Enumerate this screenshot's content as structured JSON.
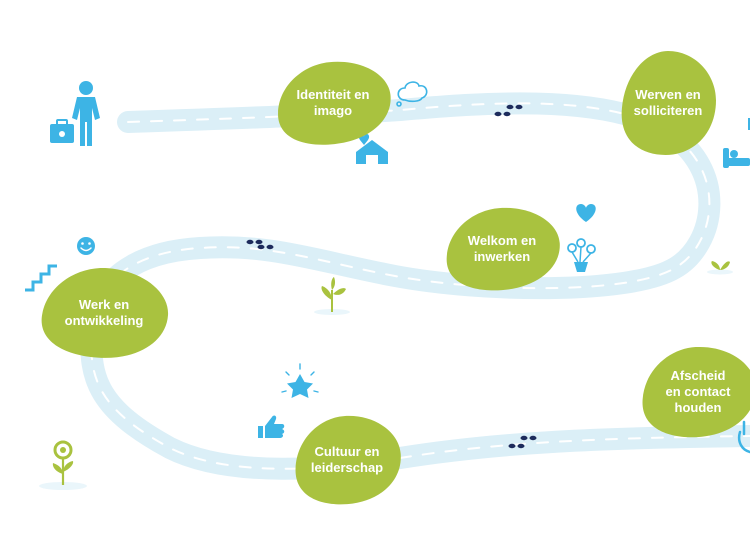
{
  "colors": {
    "road": "#dbeff7",
    "road_dash": "#ffffff",
    "blob": "#a9c23f",
    "blob_text": "#ffffff",
    "icon": "#3db4e5",
    "footprint": "#1d2b5c",
    "ground": "#eaf6fb"
  },
  "stages": [
    {
      "lines": [
        "Identiteit en",
        "imago"
      ]
    },
    {
      "lines": [
        "Werven en",
        "solliciteren"
      ]
    },
    {
      "lines": [
        "Welkom en",
        "inwerken"
      ]
    },
    {
      "lines": [
        "Werk en",
        "ontwikkeling"
      ]
    },
    {
      "lines": [
        "Cultuur en",
        "leiderschap"
      ]
    },
    {
      "lines": [
        "Afscheid",
        "en contact",
        "houden"
      ]
    }
  ],
  "icons": [
    "person-with-suitcase-icon",
    "thought-cloud-icon",
    "home-heart-icon",
    "sleeping-person-icon",
    "heart-icon",
    "flowers-vase-icon",
    "sprout-icon",
    "smiley-icon",
    "stairs-icon",
    "star-icon",
    "thumbs-up-icon",
    "flower-icon",
    "waving-hand-icon",
    "footsteps-icon"
  ]
}
